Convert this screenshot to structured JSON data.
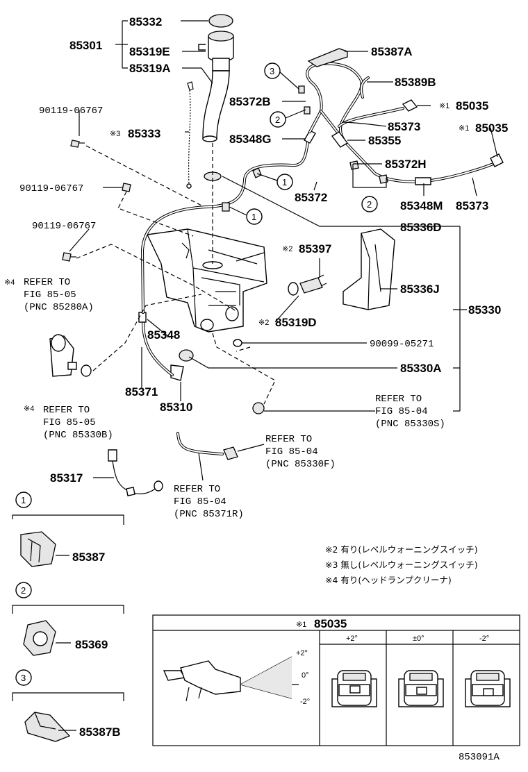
{
  "labels": {
    "p85332": "85332",
    "p85301": "85301",
    "p85319E": "85319E",
    "p85319A": "85319A",
    "p85387A": "85387A",
    "p85389B": "85389B",
    "p85372B": "85372B",
    "p85035a": "85035",
    "p85035b": "85035",
    "p85373a": "85373",
    "p85373b": "85373",
    "p90119a": "90119-06767",
    "p90119b": "90119-06767",
    "p90119c": "90119-06767",
    "p85333": "85333",
    "p85348G": "85348G",
    "p85355": "85355",
    "p85372H": "85372H",
    "p85372": "85372",
    "p85348M": "85348M",
    "p85336D": "85336D",
    "p85397": "85397",
    "p85336J": "85336J",
    "p85330": "85330",
    "p85319D": "85319D",
    "p85348": "85348",
    "p90099": "90099-05271",
    "p85330A": "85330A",
    "p85371": "85371",
    "p85310": "85310",
    "p85317": "85317",
    "p85387": "85387",
    "p85369": "85369",
    "p85387B": "85387B",
    "fig_code": "853091A"
  },
  "marks": {
    "m1": "※1",
    "m2": "※2",
    "m3": "※3",
    "m4": "※4"
  },
  "refs": {
    "r1": {
      "l1": "REFER TO",
      "l2": "FIG 85-05",
      "l3": "(PNC 85280A)"
    },
    "r2": {
      "l1": "REFER TO",
      "l2": "FIG 85-05",
      "l3": "(PNC 85330B)"
    },
    "r3": {
      "l1": "REFER TO",
      "l2": "FIG 85-04",
      "l3": "(PNC 85330S)"
    },
    "r4": {
      "l1": "REFER TO",
      "l2": "FIG 85-04",
      "l3": "(PNC 85330F)"
    },
    "r5": {
      "l1": "REFER TO",
      "l2": "FIG 85-04",
      "l3": "(PNC 85371R)"
    }
  },
  "circled": [
    "1",
    "2",
    "3"
  ],
  "notes": {
    "n2": "※2 有り(レベルウォーニングスイッチ)",
    "n3": "※3 無し(レベルウォーニングスイッチ)",
    "n4": "※4 有り(ヘッドランプクリーナ)"
  },
  "table": {
    "title": "85035",
    "headers": [
      "+2°",
      "±0°",
      "-2°"
    ],
    "angles": [
      "+2°",
      "0°",
      "-2°"
    ]
  }
}
